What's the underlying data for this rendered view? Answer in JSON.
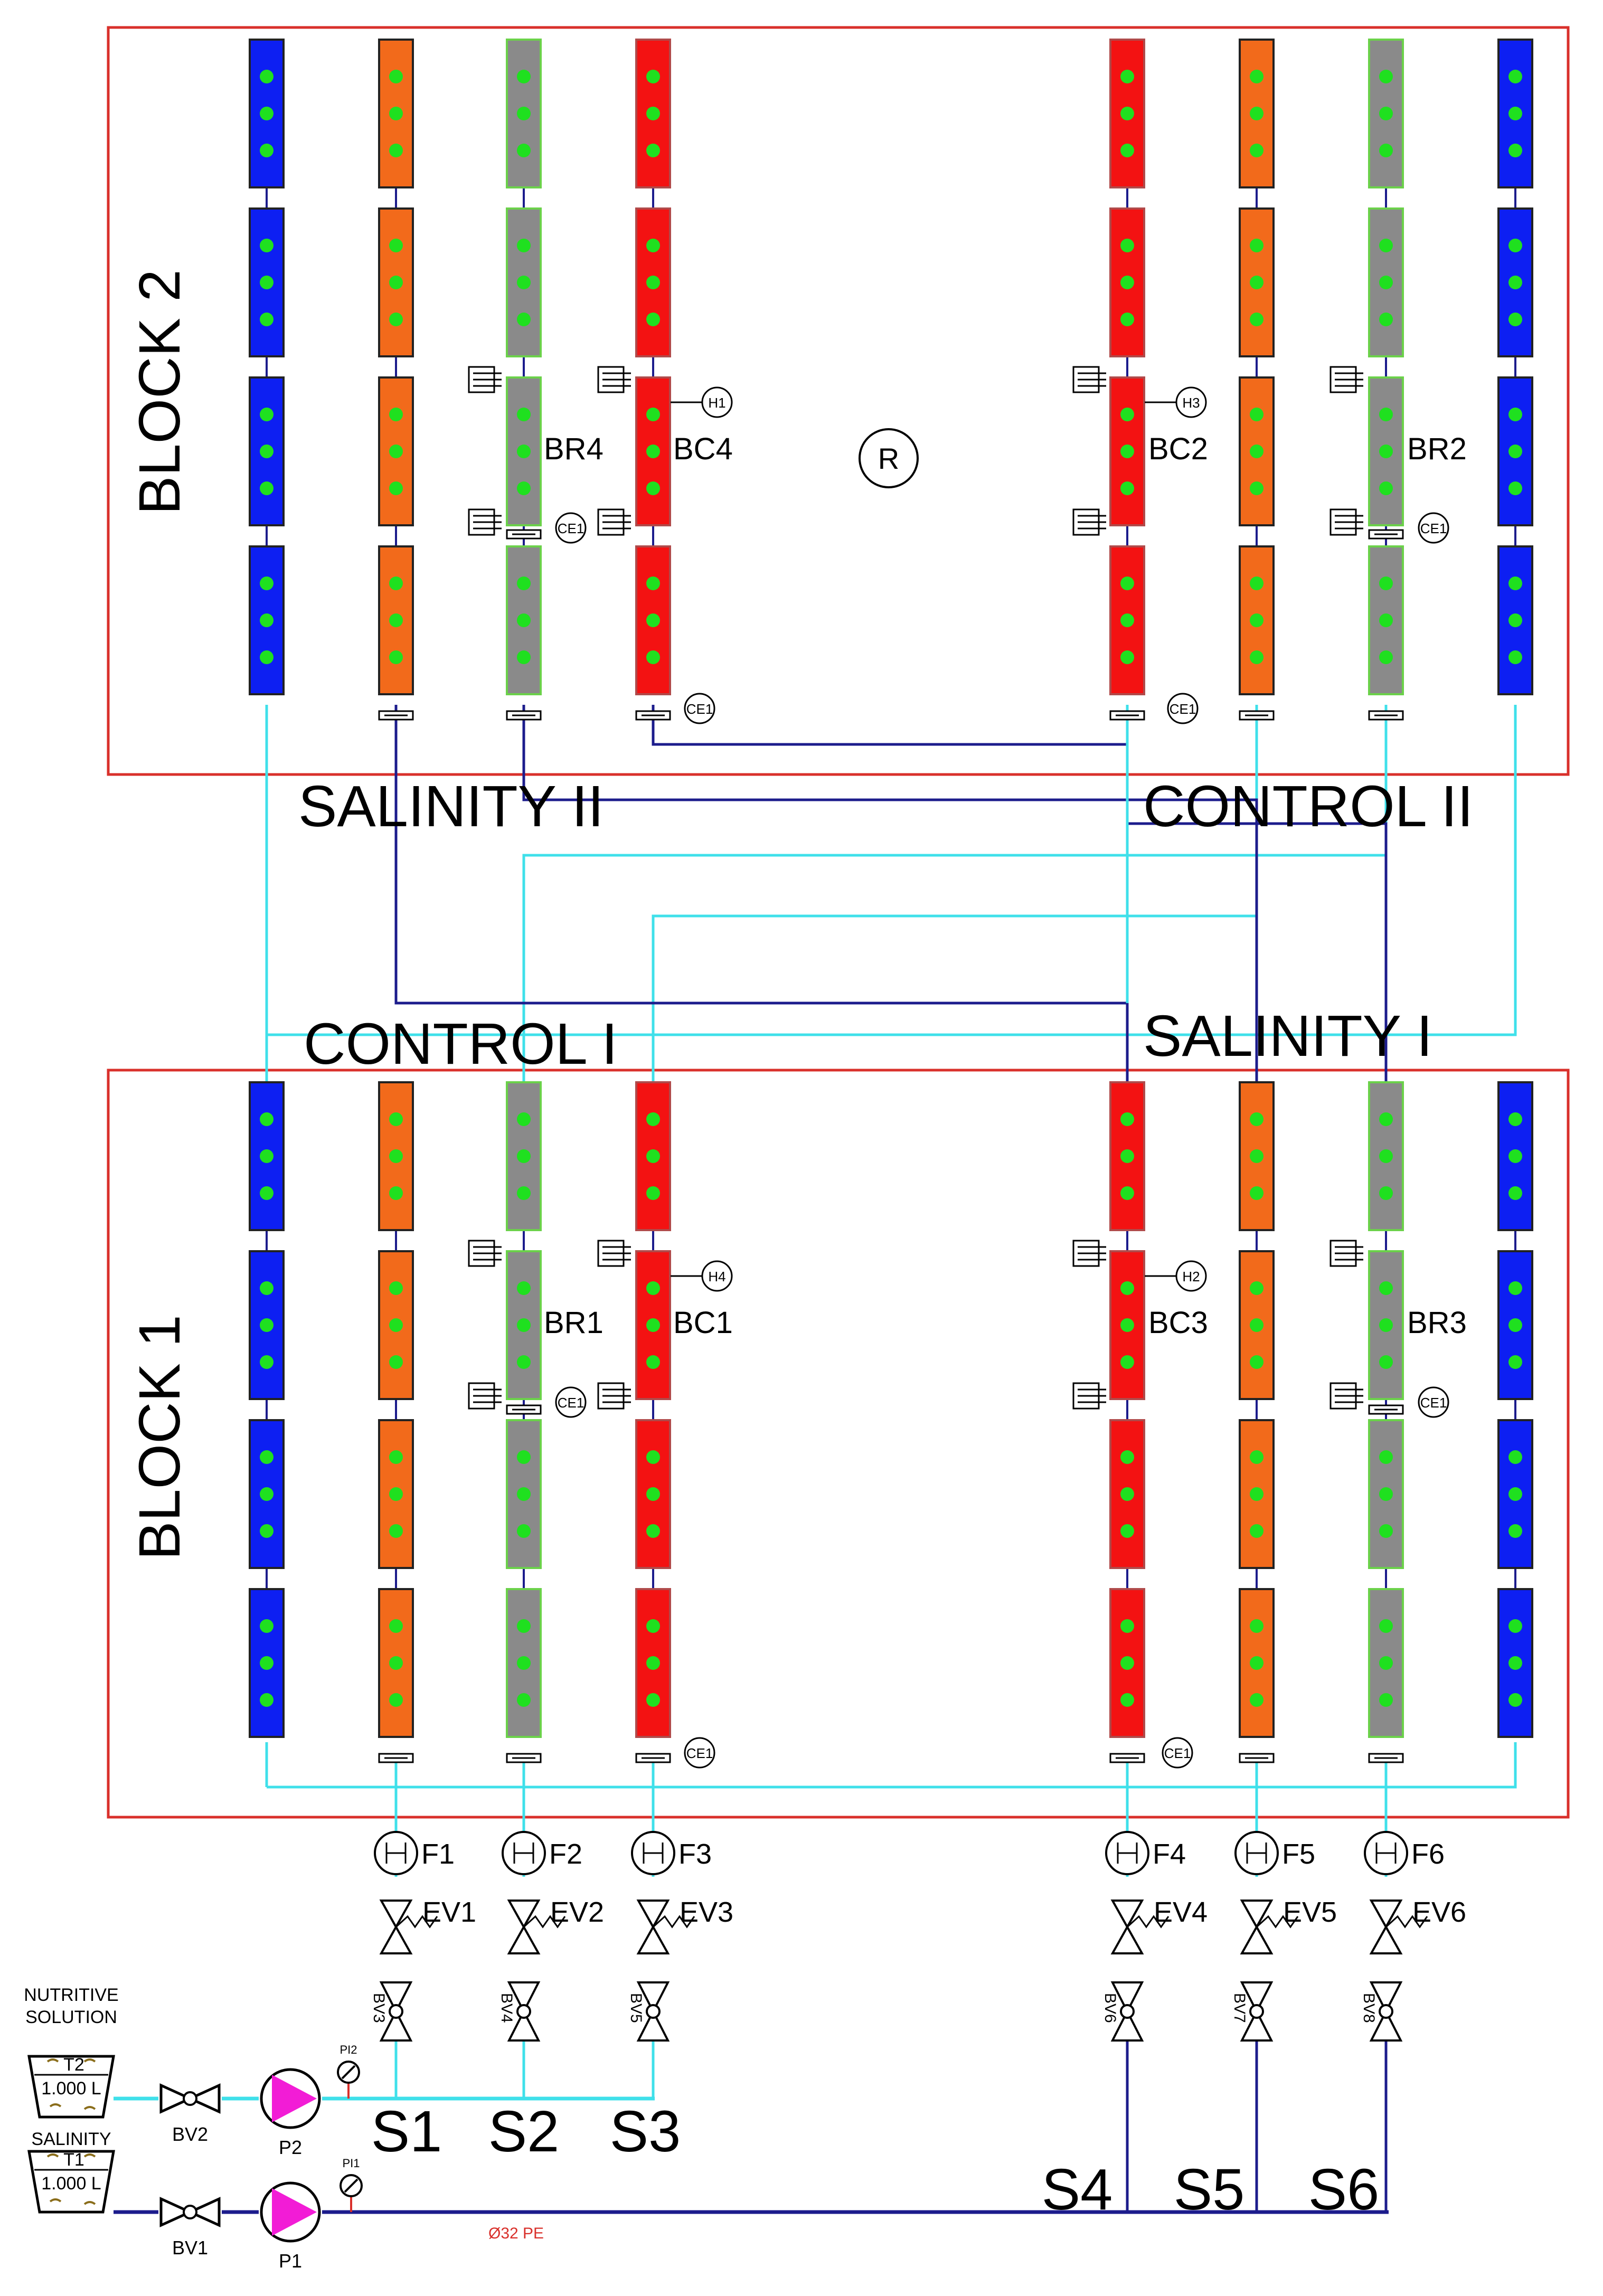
{
  "colors": {
    "frame": "#d9302b",
    "blue_strip": "#0d1ff2",
    "orange_strip": "#f26a1b",
    "gray_strip": "#8a8a8a",
    "red_strip": "#f31212",
    "dot": "#1fe01f",
    "saline_line": "#1c1c8c",
    "nutritive_line": "#3fe0ea",
    "pump": "#f21cd6"
  },
  "blocks": {
    "block2": "BLOCK 2",
    "block1": "BLOCK 1"
  },
  "zone_labels": {
    "salinity_ii": "SALINITY II",
    "control_ii": "CONTROL II",
    "control_i": "CONTROL I",
    "salinity_i": "SALINITY I"
  },
  "bed_labels": {
    "br4": "BR4",
    "bc4": "BC4",
    "bc2": "BC2",
    "br2": "BR2",
    "br1": "BR1",
    "bc1": "BC1",
    "bc3": "BC3",
    "br3": "BR3"
  },
  "sensors": {
    "h1": "H1",
    "h2": "H2",
    "h3": "H3",
    "h4": "H4",
    "ce": "CE1",
    "r": "R"
  },
  "flowmeters": [
    "F1",
    "F2",
    "F3",
    "F4",
    "F5",
    "F6"
  ],
  "solenoid_valves": [
    "EV1",
    "EV2",
    "EV3",
    "EV4",
    "EV5",
    "EV6"
  ],
  "ball_valves": [
    "BV3",
    "BV4",
    "BV5",
    "BV6",
    "BV7",
    "BV8"
  ],
  "sectors": [
    "S1",
    "S2",
    "S3",
    "S4",
    "S5",
    "S6"
  ],
  "tanks": {
    "t2_label_line1": "NUTRITIVE",
    "t2_label_line2": "SOLUTION",
    "t2_id": "T2",
    "t2_volume": "1.000 L",
    "t1_label": "SALINITY",
    "t1_id": "T1",
    "t1_volume": "1.000 L"
  },
  "pumps": {
    "p1": "P1",
    "p2": "P2"
  },
  "pressure_indicators": {
    "pi1": "PI1",
    "pi2": "PI2"
  },
  "inlet_valves": {
    "bv1": "BV1",
    "bv2": "BV2"
  },
  "pipe_spec": "Ø32 PE"
}
